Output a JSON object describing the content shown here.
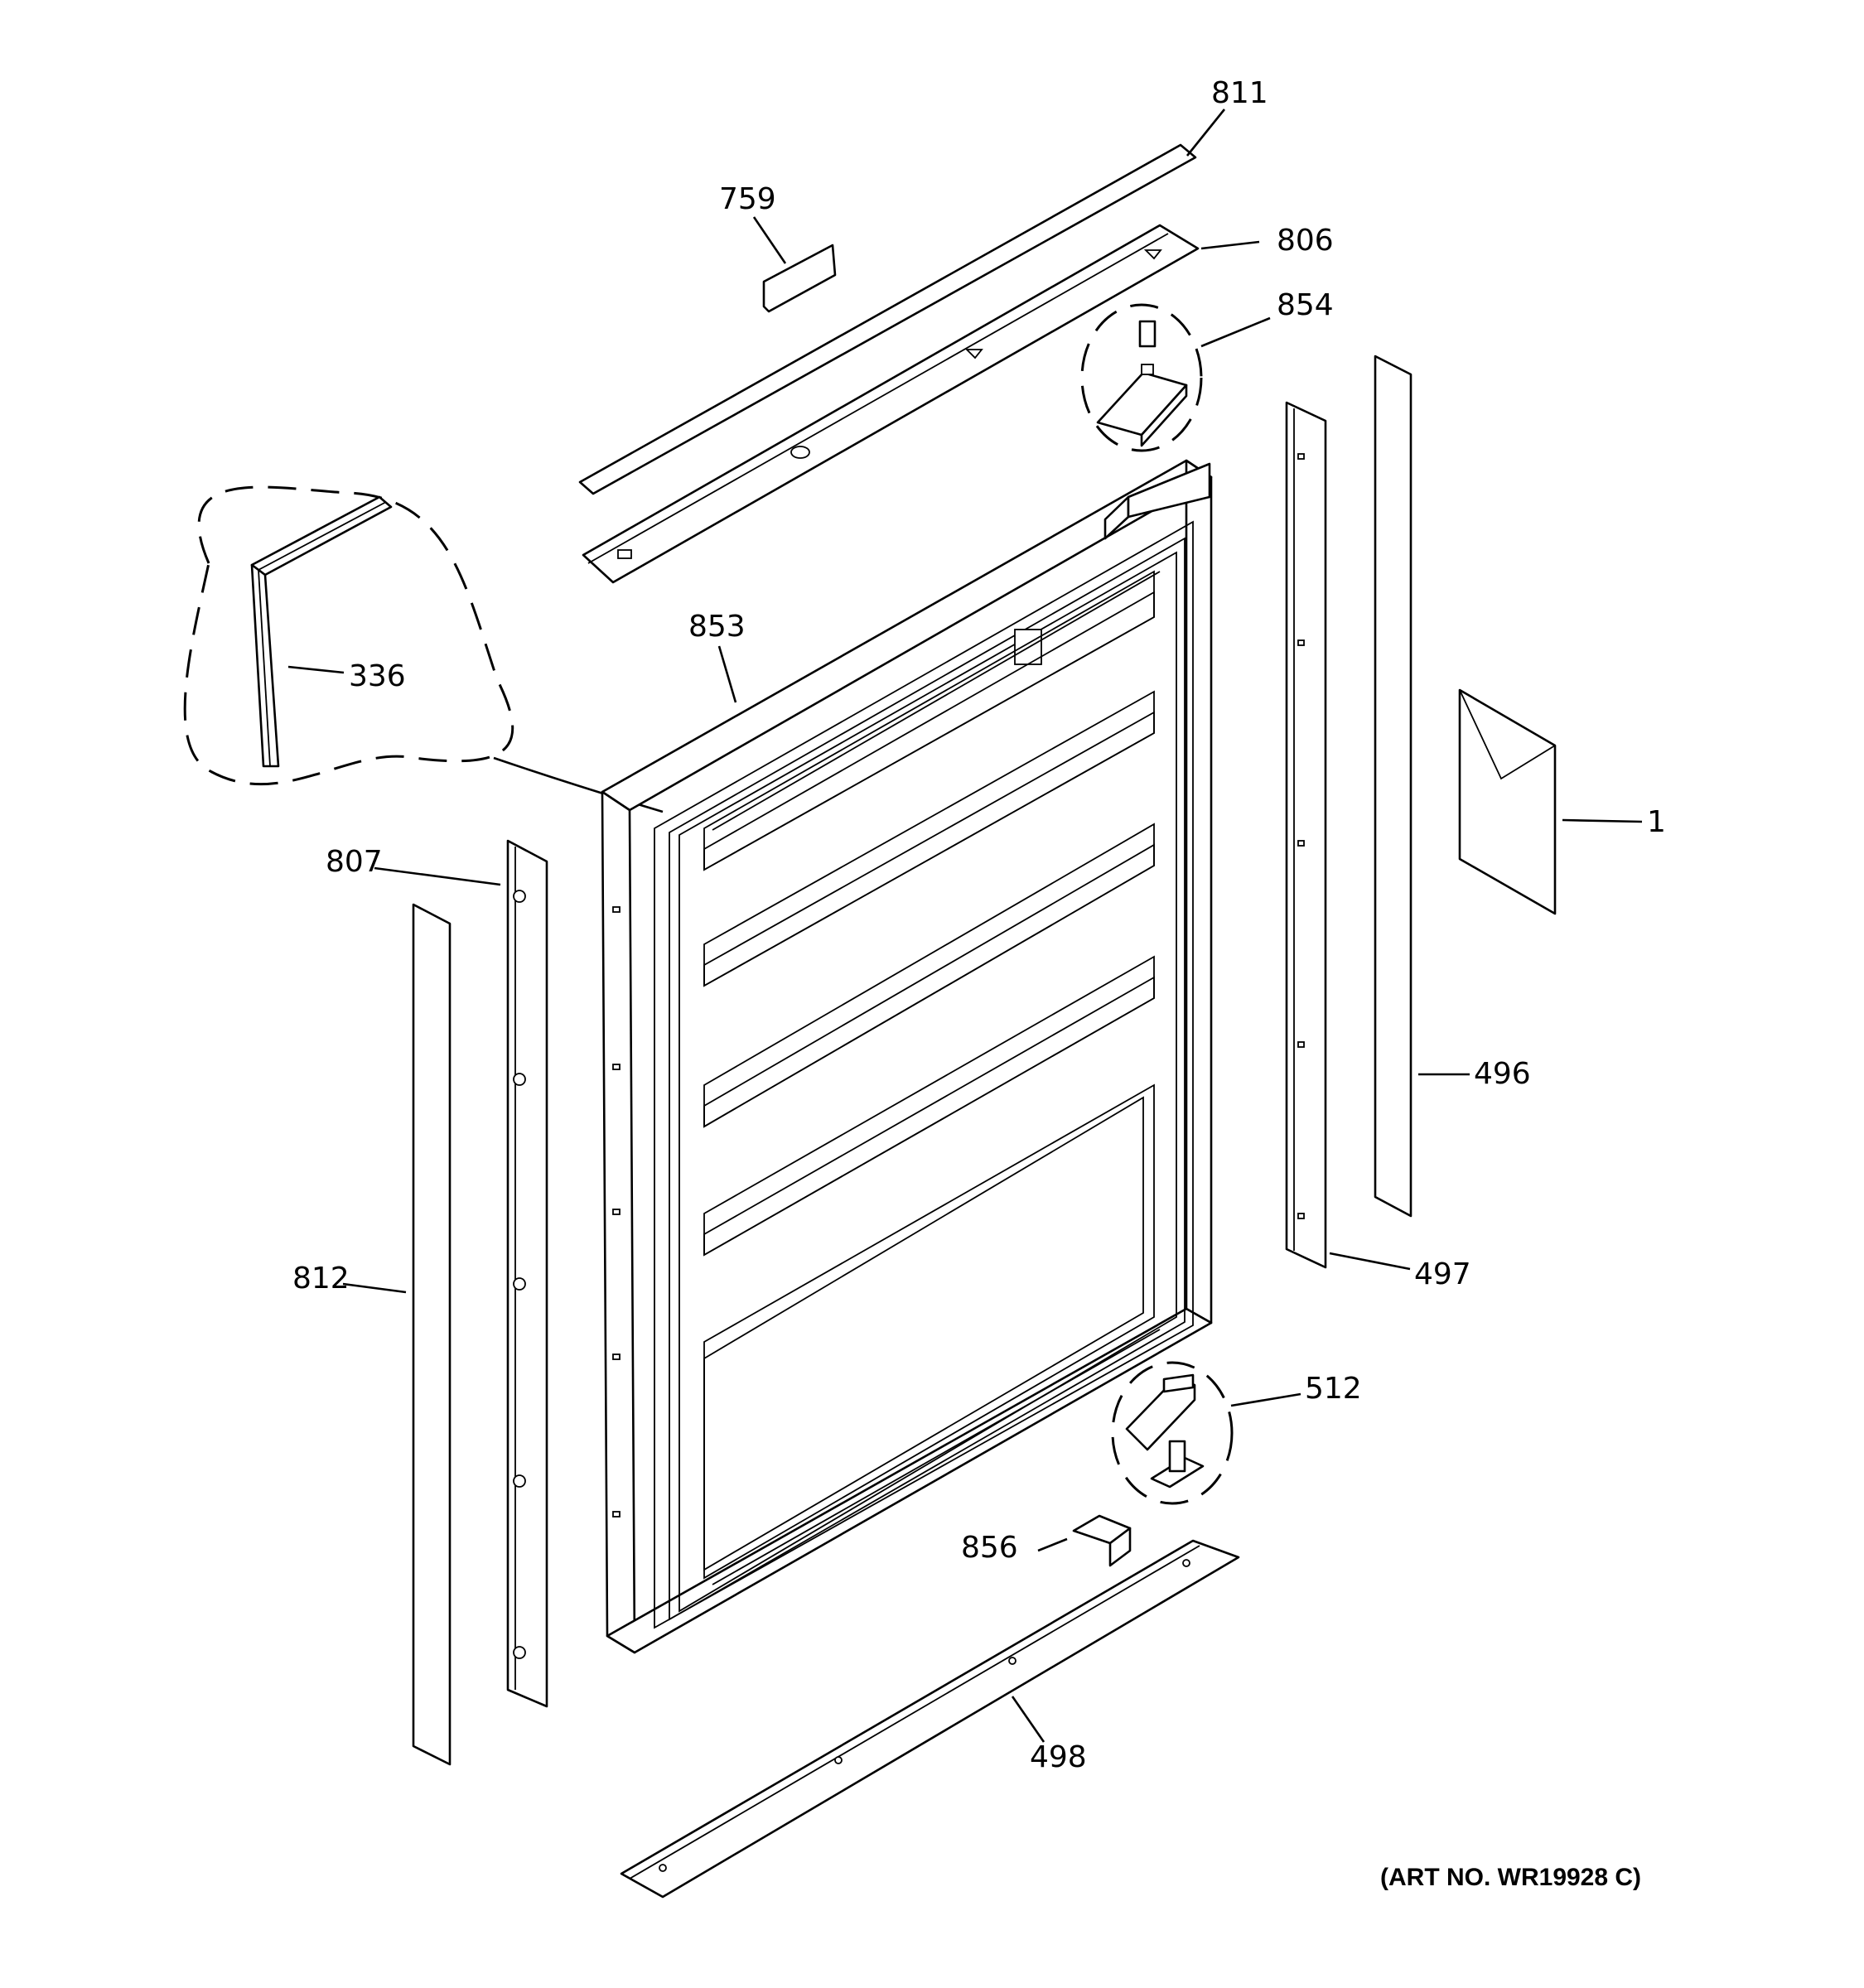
{
  "callouts": {
    "c811": "811",
    "c759": "759",
    "c806": "806",
    "c854": "854",
    "c336": "336",
    "c853": "853",
    "c1": "1",
    "c807": "807",
    "c496": "496",
    "c812": "812",
    "c497": "497",
    "c512": "512",
    "c856": "856",
    "c498": "498"
  },
  "art_number": "(ART NO. WR19928 C)"
}
